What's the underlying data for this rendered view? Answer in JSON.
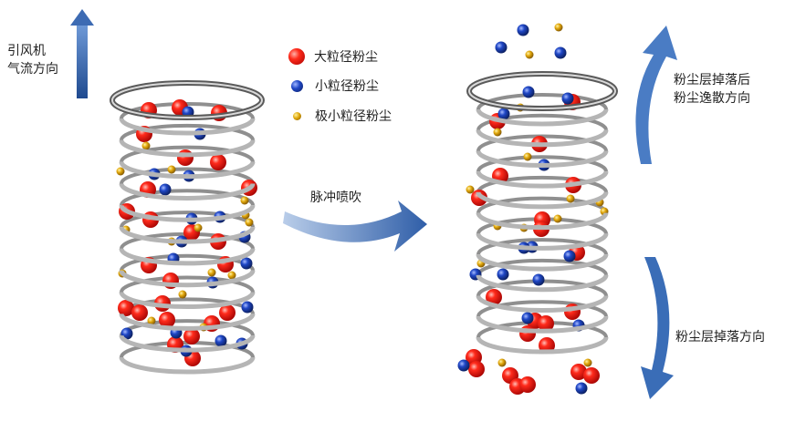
{
  "labels": {
    "fan_airflow_line1": "引风机",
    "fan_airflow_line2": "气流方向",
    "pulse_blow": "脉冲喷吹",
    "dust_scatter_line1": "粉尘层掉落后",
    "dust_scatter_line2": "粉尘逸散方向",
    "dust_fall": "粉尘层掉落方向"
  },
  "legend": [
    {
      "key": "large",
      "label": "大粒径粉尘",
      "color": "#e8161a"
    },
    {
      "key": "small",
      "label": "小粒径粉尘",
      "color": "#1e3fa8"
    },
    {
      "key": "tiny",
      "label": "极小粒径粉尘",
      "color": "#d49a0a"
    }
  ],
  "colors": {
    "arrow_blue": "#2f5ea8",
    "cage_metal": "#a9a9a9"
  },
  "particles": {
    "left_cage": {
      "large": [
        [
          163,
          121
        ],
        [
          197,
          118
        ],
        [
          240,
          124
        ],
        [
          158,
          147
        ],
        [
          203,
          173
        ],
        [
          239,
          178
        ],
        [
          162,
          208
        ],
        [
          273,
          206
        ],
        [
          139,
          232
        ],
        [
          165,
          241
        ],
        [
          210,
          255
        ],
        [
          239,
          265
        ],
        [
          163,
          291
        ],
        [
          247,
          290
        ],
        [
          187,
          308
        ],
        [
          138,
          338
        ],
        [
          153,
          343
        ],
        [
          178,
          333
        ],
        [
          249,
          343
        ],
        [
          232,
          355
        ],
        [
          210,
          369
        ],
        [
          192,
          378
        ],
        [
          211,
          393
        ],
        [
          183,
          351
        ]
      ],
      "small": [
        [
          206,
          123
        ],
        [
          219,
          147
        ],
        [
          169,
          191
        ],
        [
          207,
          193
        ],
        [
          181,
          208
        ],
        [
          241,
          238
        ],
        [
          268,
          260
        ],
        [
          199,
          265
        ],
        [
          190,
          284
        ],
        [
          270,
          289
        ],
        [
          233,
          310
        ],
        [
          139,
          366
        ],
        [
          193,
          365
        ],
        [
          242,
          374
        ],
        [
          265,
          377
        ],
        [
          271,
          337
        ],
        [
          204,
          385
        ],
        [
          210,
          240
        ]
      ],
      "tiny": [
        [
          160,
          160
        ],
        [
          132,
          188
        ],
        [
          188,
          186
        ],
        [
          268,
          220
        ],
        [
          138,
          252
        ],
        [
          269,
          236
        ],
        [
          273,
          244
        ],
        [
          217,
          250
        ],
        [
          188,
          265
        ],
        [
          134,
          300
        ],
        [
          232,
          299
        ],
        [
          254,
          302
        ],
        [
          200,
          323
        ],
        [
          166,
          352
        ],
        [
          223,
          359
        ]
      ]
    },
    "right_cage": {
      "large": [
        [
          627,
          112
        ],
        [
          545,
          133
        ],
        [
          591,
          158
        ],
        [
          548,
          193
        ],
        [
          628,
          203
        ],
        [
          525,
          217
        ],
        [
          594,
          241
        ],
        [
          593,
          251
        ],
        [
          632,
          277
        ],
        [
          541,
          326
        ],
        [
          627,
          342
        ],
        [
          586,
          352
        ],
        [
          598,
          355
        ],
        [
          578,
          366
        ],
        [
          599,
          379
        ],
        [
          519,
          392
        ],
        [
          522,
          405
        ],
        [
          559,
          412
        ],
        [
          567,
          424
        ],
        [
          578,
          422
        ],
        [
          634,
          408
        ],
        [
          648,
          412
        ]
      ],
      "small": [
        [
          573,
          33
        ],
        [
          549,
          52
        ],
        [
          614,
          58
        ],
        [
          579,
          101
        ],
        [
          622,
          108
        ],
        [
          552,
          125
        ],
        [
          596,
          181
        ],
        [
          583,
          271
        ],
        [
          574,
          272
        ],
        [
          624,
          281
        ],
        [
          551,
          301
        ],
        [
          590,
          307
        ],
        [
          521,
          301
        ],
        [
          578,
          349
        ],
        [
          634,
          357
        ],
        [
          508,
          401
        ],
        [
          637,
          426
        ]
      ],
      "tiny": [
        [
          612,
          30
        ],
        [
          580,
          60
        ],
        [
          570,
          118
        ],
        [
          545,
          145
        ],
        [
          578,
          172
        ],
        [
          515,
          208
        ],
        [
          625,
          218
        ],
        [
          545,
          248
        ],
        [
          574,
          250
        ],
        [
          611,
          240
        ],
        [
          657,
          222
        ],
        [
          662,
          232
        ],
        [
          527,
          289
        ],
        [
          550,
          398
        ],
        [
          644,
          398
        ]
      ]
    }
  }
}
